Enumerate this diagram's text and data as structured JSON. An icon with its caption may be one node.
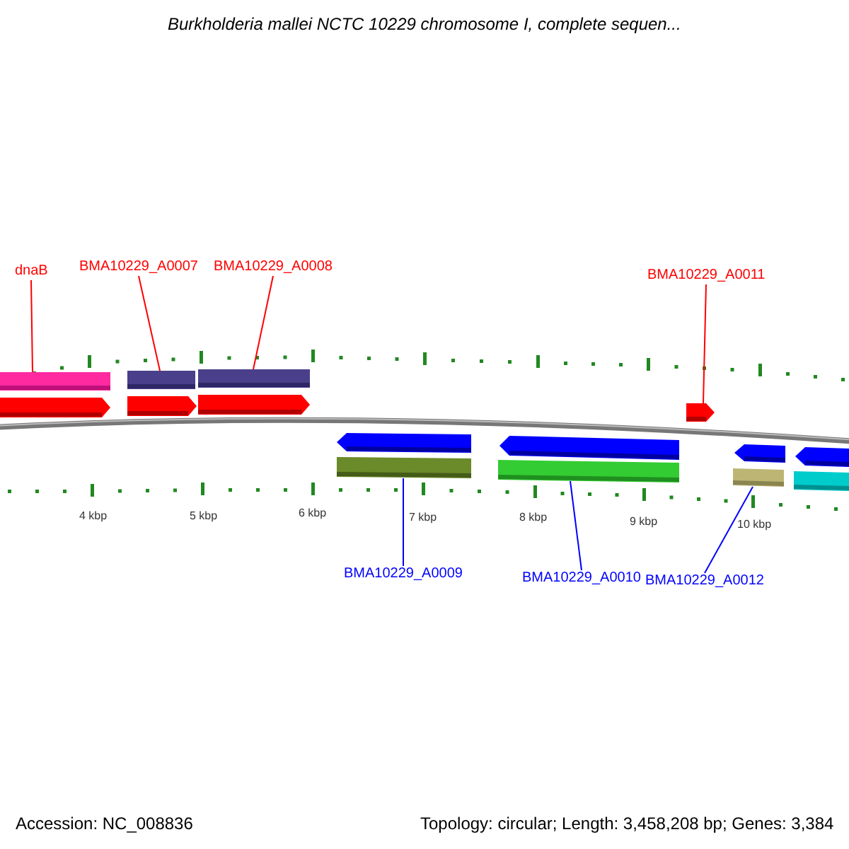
{
  "diagram": {
    "title": "Burkholderia mallei NCTC 10229 chromosome I, complete sequen...",
    "nodes": [
      {
        "text": [
          "dnaB"
        ]
      },
      {
        "text": [
          "BMA10229_A0007"
        ]
      },
      {
        "text": [
          "BMA10229_A0008"
        ]
      },
      {
        "text": [
          "BMA10229_A0011"
        ]
      },
      {
        "text": [
          "BMA10229_A0009"
        ]
      },
      {
        "text": [
          "BMA10229_A0010"
        ]
      },
      {
        "text": [
          "BMA10229_A0012"
        ]
      },
      {
        "text": [],
        "shape": "bar"
      },
      {
        "text": [],
        "shape": "bar"
      },
      {
        "text": [],
        "shape": "bar"
      },
      {
        "text": [],
        "shape": "arrow"
      },
      {
        "text": [],
        "shape": "bar"
      },
      {
        "text": [],
        "shape": "bar"
      },
      {
        "text": [],
        "shape": "bar"
      }
    ],
    "edges": [
      {
        "from": 0,
        "to": 7,
        "arrow": "none",
        "color": "#ff0000"
      },
      {
        "from": 1,
        "to": 8,
        "arrow": "none",
        "color": "#ff0000"
      },
      {
        "from": 2,
        "to": 9,
        "arrow": "none",
        "color": "#ff0000"
      },
      {
        "from": 3,
        "to": 10,
        "arrow": "none",
        "color": "#ff0000"
      },
      {
        "from": 4,
        "to": 11,
        "arrow": "none",
        "color": "#0000ff"
      },
      {
        "from": 5,
        "to": 12,
        "arrow": "none",
        "color": "#0000ff"
      },
      {
        "from": 6,
        "to": 13,
        "arrow": "none",
        "color": "#0000ff"
      }
    ],
    "labels": [
      "4 kbp",
      "5 kbp",
      "6 kbp",
      "7 kbp",
      "8 kbp",
      "9 kbp",
      "10 kbp",
      "Accession: NC_008836",
      "Topology: circular; Length: 3,458,208 bp; Genes: 3,384"
    ]
  }
}
